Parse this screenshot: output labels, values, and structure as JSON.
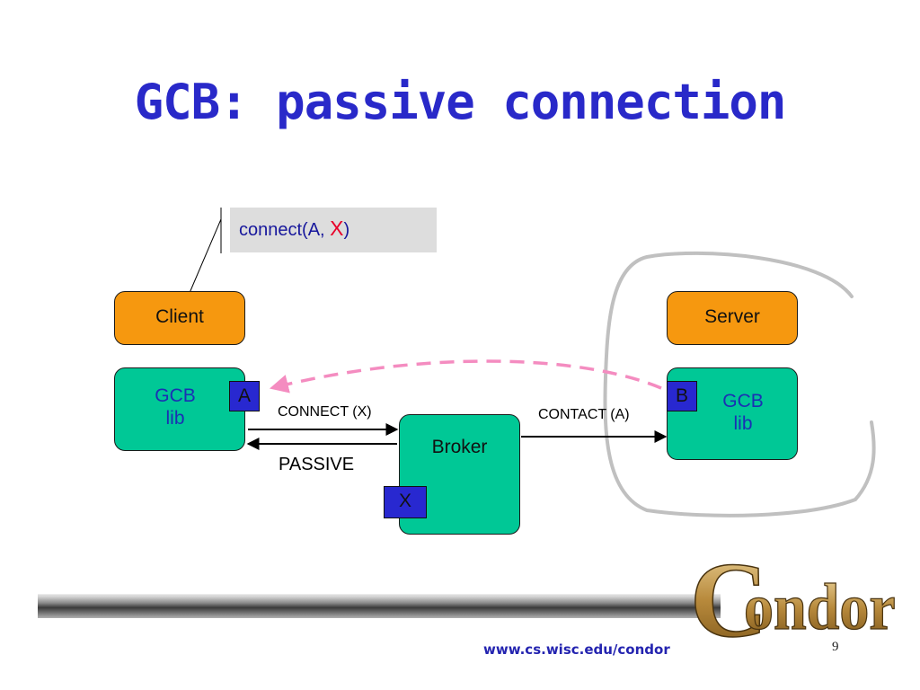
{
  "slide": {
    "title": "GCB: passive connection",
    "page_number": "9",
    "footer_url": "www.cs.wisc.edu/condor",
    "logo_text": "Condor"
  },
  "callout": {
    "prefix": "connect(A, ",
    "highlight": "X",
    "suffix": ")"
  },
  "nodes": {
    "client": "Client",
    "server": "Server",
    "client_lib_line1": "GCB",
    "client_lib_line2": "lib",
    "server_lib_line1": "GCB",
    "server_lib_line2": "lib",
    "broker": "Broker",
    "port_a": "A",
    "port_b": "B",
    "port_x": "X"
  },
  "messages": {
    "connect": "CONNECT (X)",
    "passive": "PASSIVE",
    "contact": "CONTACT (A)"
  },
  "colors": {
    "title": "#2929c9",
    "orange_box": "#f6980f",
    "green_box": "#00c896",
    "port": "#2828d0",
    "dashed_arrow": "#f48cc0",
    "highlight": "#e8002a"
  }
}
